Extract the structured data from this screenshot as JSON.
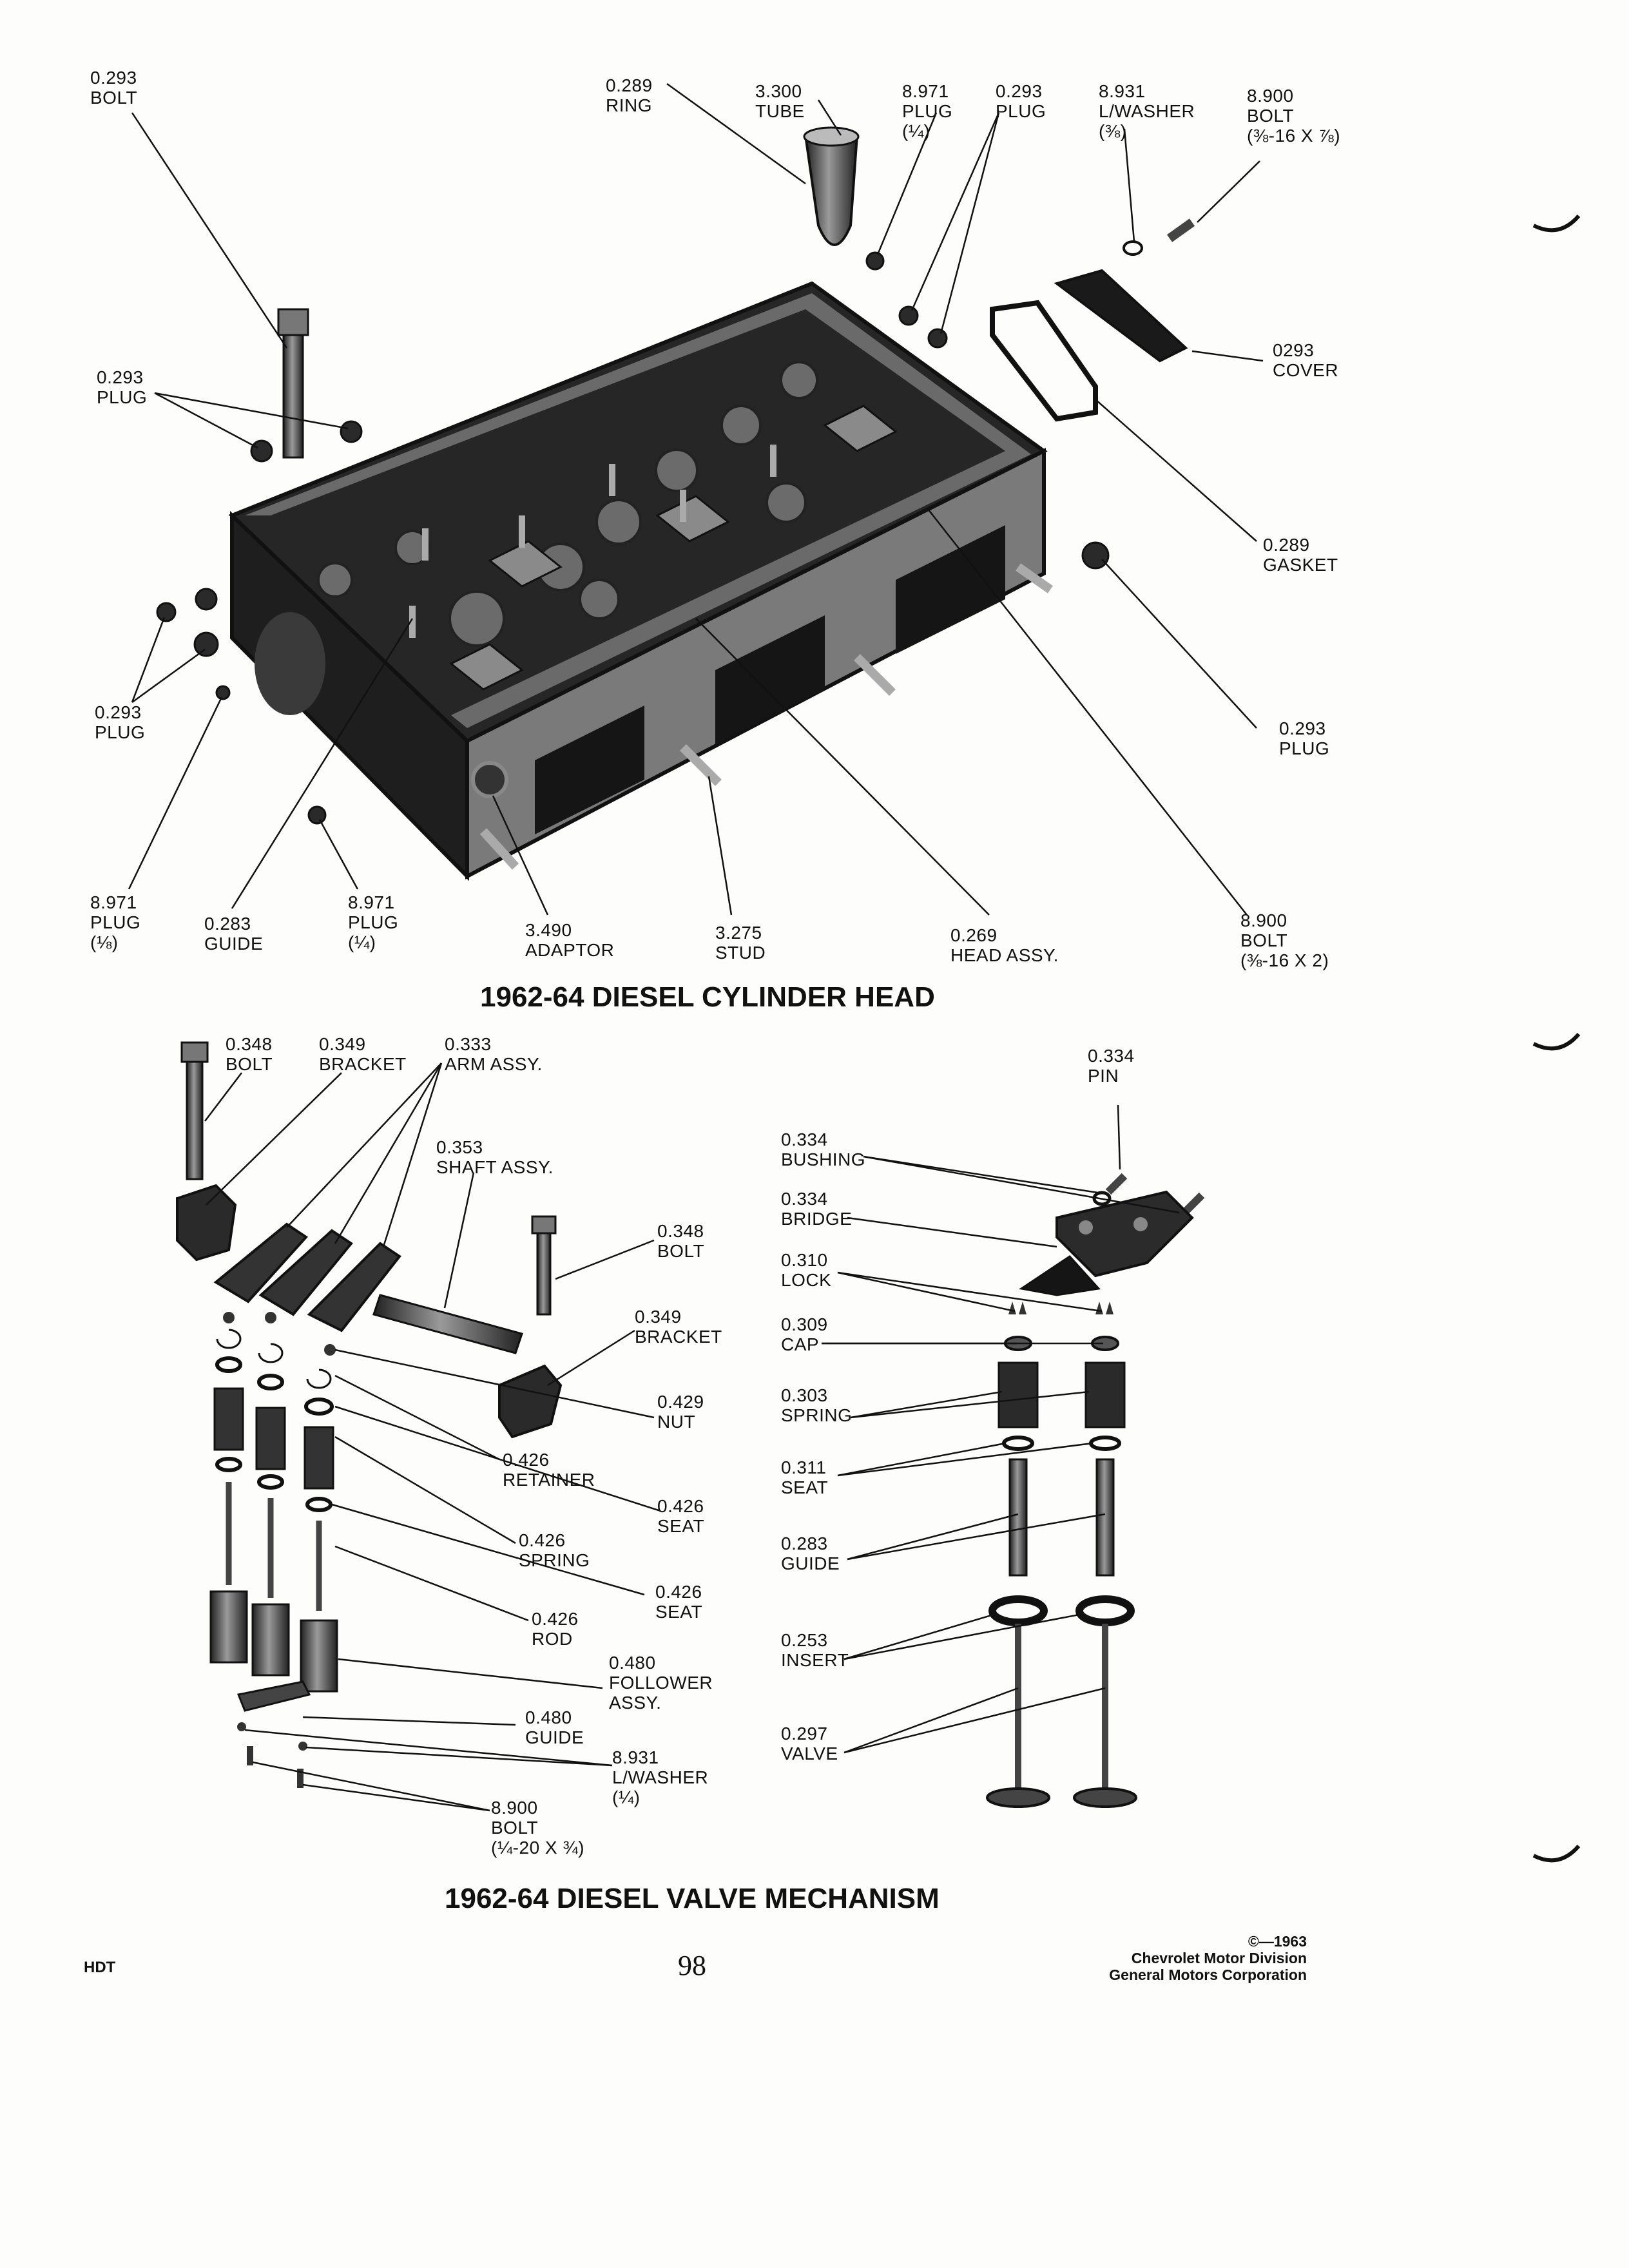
{
  "titles": {
    "head": "1962-64 DIESEL CYLINDER HEAD",
    "valve": "1962-64 DIESEL VALVE MECHANISM"
  },
  "footer": {
    "left": "HDT",
    "page": "98",
    "copyright": "©—1963",
    "division": "Chevrolet Motor Division",
    "corp": "General Motors Corporation"
  },
  "head_labels": [
    {
      "code": "0.293",
      "name": "BOLT",
      "spec": ""
    },
    {
      "code": "0.289",
      "name": "RING",
      "spec": ""
    },
    {
      "code": "3.300",
      "name": "TUBE",
      "spec": ""
    },
    {
      "code": "8.971",
      "name": "PLUG",
      "spec": "(¼)"
    },
    {
      "code": "0.293",
      "name": "PLUG",
      "spec": ""
    },
    {
      "code": "8.931",
      "name": "L/WASHER",
      "spec": "(⅜)"
    },
    {
      "code": "8.900",
      "name": "BOLT",
      "spec": "(⅜-16 x ⅞)"
    },
    {
      "code": "0.293",
      "name": "PLUG",
      "spec": ""
    },
    {
      "code": "0293",
      "name": "COVER",
      "spec": ""
    },
    {
      "code": "0.289",
      "name": "GASKET",
      "spec": ""
    },
    {
      "code": "0.293",
      "name": "PLUG",
      "spec": ""
    },
    {
      "code": "0.293",
      "name": "PLUG",
      "spec": ""
    },
    {
      "code": "8.971",
      "name": "PLUG",
      "spec": "(⅛)"
    },
    {
      "code": "0.283",
      "name": "GUIDE",
      "spec": ""
    },
    {
      "code": "8.971",
      "name": "PLUG",
      "spec": "(¼)"
    },
    {
      "code": "3.490",
      "name": "ADAPTOR",
      "spec": ""
    },
    {
      "code": "3.275",
      "name": "STUD",
      "spec": ""
    },
    {
      "code": "0.269",
      "name": "HEAD ASSY.",
      "spec": ""
    },
    {
      "code": "8.900",
      "name": "BOLT",
      "spec": "(⅜-16 x 2)"
    }
  ],
  "valve_labels": [
    {
      "code": "0.348",
      "name": "BOLT",
      "spec": ""
    },
    {
      "code": "0.349",
      "name": "BRACKET",
      "spec": ""
    },
    {
      "code": "0.333",
      "name": "ARM ASSY.",
      "spec": ""
    },
    {
      "code": "0.353",
      "name": "SHAFT ASSY.",
      "spec": ""
    },
    {
      "code": "0.348",
      "name": "BOLT",
      "spec": ""
    },
    {
      "code": "0.349",
      "name": "BRACKET",
      "spec": ""
    },
    {
      "code": "0.429",
      "name": "NUT",
      "spec": ""
    },
    {
      "code": "0.426",
      "name": "RETAINER",
      "spec": ""
    },
    {
      "code": "0.426",
      "name": "SEAT",
      "spec": ""
    },
    {
      "code": "0.426",
      "name": "SPRING",
      "spec": ""
    },
    {
      "code": "0.426",
      "name": "SEAT",
      "spec": ""
    },
    {
      "code": "0.426",
      "name": "ROD",
      "spec": ""
    },
    {
      "code": "0.480",
      "name": "FOLLOWER",
      "spec": "ASSY."
    },
    {
      "code": "0.480",
      "name": "GUIDE",
      "spec": ""
    },
    {
      "code": "8.931",
      "name": "L/WASHER",
      "spec": "(¼)"
    },
    {
      "code": "8.900",
      "name": "BOLT",
      "spec": "(¼-20 x ¾)"
    },
    {
      "code": "0.334",
      "name": "PIN",
      "spec": ""
    },
    {
      "code": "0.334",
      "name": "BUSHING",
      "spec": ""
    },
    {
      "code": "0.334",
      "name": "BRIDGE",
      "spec": ""
    },
    {
      "code": "0.310",
      "name": "LOCK",
      "spec": ""
    },
    {
      "code": "0.309",
      "name": "CAP",
      "spec": ""
    },
    {
      "code": "0.303",
      "name": "SPRING",
      "spec": ""
    },
    {
      "code": "0.311",
      "name": "SEAT",
      "spec": ""
    },
    {
      "code": "0.283",
      "name": "GUIDE",
      "spec": ""
    },
    {
      "code": "0.253",
      "name": "INSERT",
      "spec": ""
    },
    {
      "code": "0.297",
      "name": "VALVE",
      "spec": ""
    }
  ]
}
